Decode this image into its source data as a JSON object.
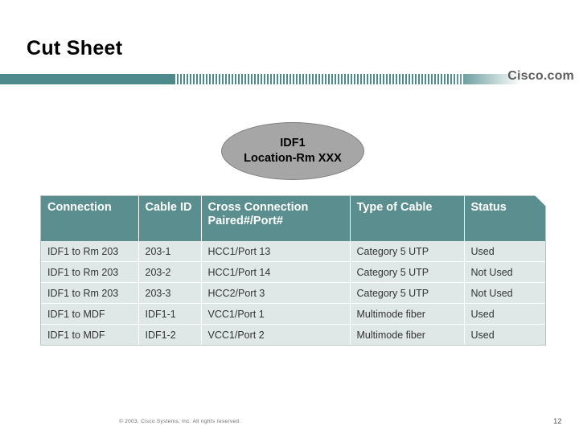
{
  "slide": {
    "title": "Cut Sheet",
    "brand": "Cisco",
    "brand_suffix": ".com"
  },
  "diagram": {
    "ellipse_line1": "IDF1",
    "ellipse_line2": "Location-Rm XXX"
  },
  "table": {
    "headers": [
      "Connection",
      "Cable ID",
      "Cross Connection Paired#/Port#",
      "Type of Cable",
      "Status"
    ],
    "rows": [
      {
        "connection": "IDF1 to Rm 203",
        "cable_id": "203-1",
        "cross_connection": "HCC1/Port 13",
        "type_of_cable": "Category 5 UTP",
        "status": "Used"
      },
      {
        "connection": "IDF1 to Rm 203",
        "cable_id": "203-2",
        "cross_connection": "HCC1/Port 14",
        "type_of_cable": "Category 5 UTP",
        "status": "Not Used"
      },
      {
        "connection": "IDF1 to Rm 203",
        "cable_id": "203-3",
        "cross_connection": "HCC2/Port 3",
        "type_of_cable": "Category 5 UTP",
        "status": "Not Used"
      },
      {
        "connection": "IDF1 to MDF",
        "cable_id": "IDF1-1",
        "cross_connection": "VCC1/Port 1",
        "type_of_cable": "Multimode fiber",
        "status": "Used"
      },
      {
        "connection": "IDF1 to MDF",
        "cable_id": "IDF1-2",
        "cross_connection": "VCC1/Port 2",
        "type_of_cable": "Multimode fiber",
        "status": "Used"
      }
    ]
  },
  "footer": {
    "copyright": "© 2003, Cisco Systems, Inc. All rights reserved.",
    "page_number": "12"
  },
  "colors": {
    "band": "#4e8a8b",
    "table_header": "#5b8f8f",
    "table_cell": "#dfe7e7",
    "ellipse": "#a6a6a6"
  }
}
